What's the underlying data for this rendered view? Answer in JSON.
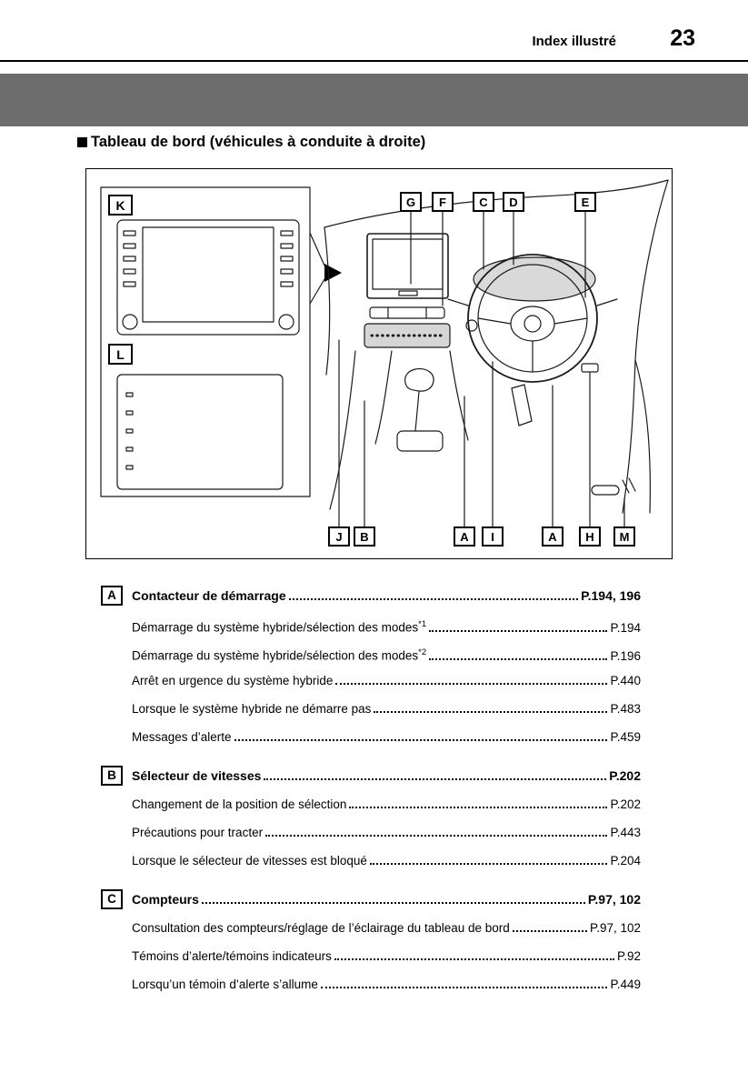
{
  "header": {
    "section": "Index illustré",
    "page_number": "23"
  },
  "figure": {
    "title": "Tableau de bord (véhicules à conduite à droite)",
    "inset_labels": [
      "K",
      "L"
    ],
    "callouts_top": [
      "G",
      "F",
      "C",
      "D",
      "E"
    ],
    "callouts_bottom": [
      "J",
      "B",
      "A",
      "I",
      "A",
      "H",
      "M"
    ]
  },
  "index": [
    {
      "letter": "A",
      "title": "Contacteur de démarrage",
      "pages": "P.194, 196",
      "items": [
        {
          "label": "Démarrage du système hybride/sélection des modes",
          "sup": "*1",
          "pages": "P.194"
        },
        {
          "label": "Démarrage du système hybride/sélection des modes",
          "sup": "*2",
          "pages": "P.196"
        },
        {
          "label": "Arrêt en urgence du système hybride",
          "pages": "P.440"
        },
        {
          "label": "Lorsque le système hybride ne démarre pas",
          "pages": "P.483"
        },
        {
          "label": "Messages d’alerte",
          "pages": "P.459"
        }
      ]
    },
    {
      "letter": "B",
      "title": "Sélecteur de vitesses",
      "pages": "P.202",
      "items": [
        {
          "label": "Changement de la position de sélection",
          "pages": "P.202"
        },
        {
          "label": "Précautions pour tracter",
          "pages": "P.443"
        },
        {
          "label": "Lorsque le sélecteur de vitesses est bloqué",
          "pages": "P.204"
        }
      ]
    },
    {
      "letter": "C",
      "title": "Compteurs",
      "pages": "P.97, 102",
      "items": [
        {
          "label": "Consultation des compteurs/réglage de l’éclairage du tableau de bord",
          "pages": "P.97, 102"
        },
        {
          "label": "Témoins d’alerte/témoins indicateurs",
          "pages": "P.92"
        },
        {
          "label": "Lorsqu’un témoin d’alerte s’allume",
          "pages": "P.449"
        }
      ]
    }
  ]
}
